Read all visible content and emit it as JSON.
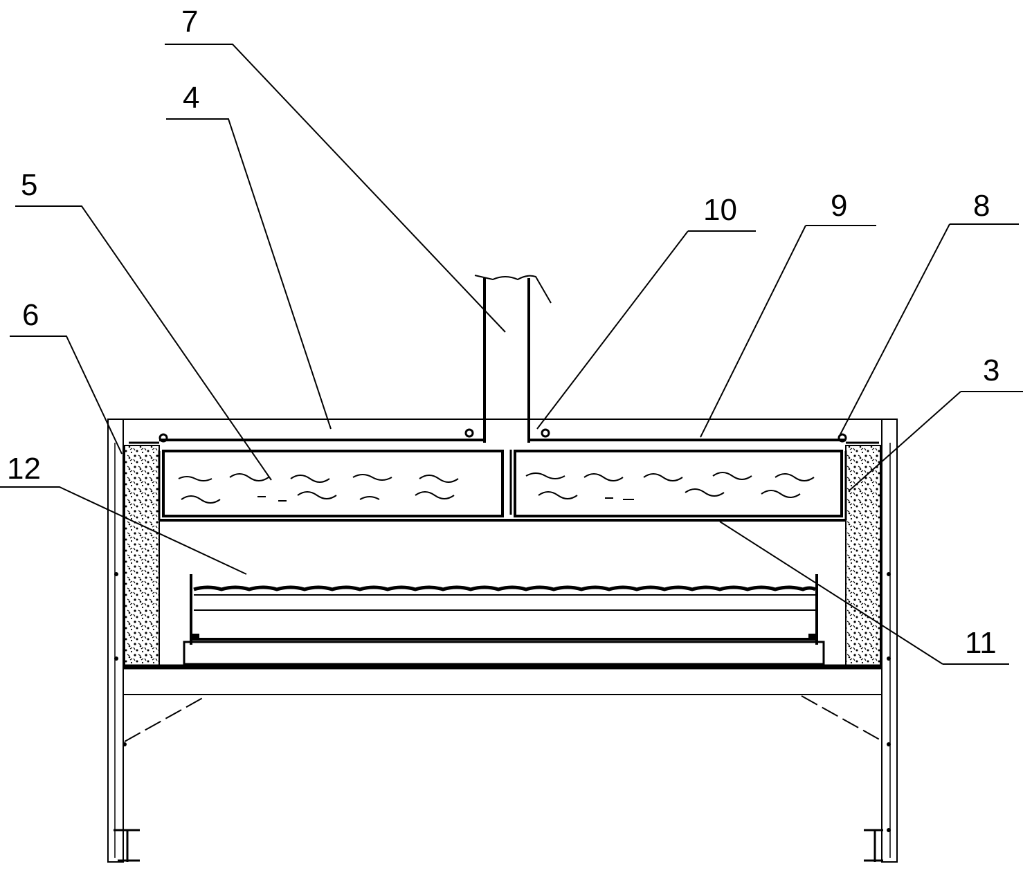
{
  "figure": {
    "callouts": [
      {
        "id": "7",
        "text": "7"
      },
      {
        "id": "4",
        "text": "4"
      },
      {
        "id": "5",
        "text": "5"
      },
      {
        "id": "10",
        "text": "10"
      },
      {
        "id": "9",
        "text": "9"
      },
      {
        "id": "8",
        "text": "8"
      },
      {
        "id": "6",
        "text": "6"
      },
      {
        "id": "3",
        "text": "3"
      },
      {
        "id": "12",
        "text": "12"
      },
      {
        "id": "11",
        "text": "11"
      }
    ]
  }
}
